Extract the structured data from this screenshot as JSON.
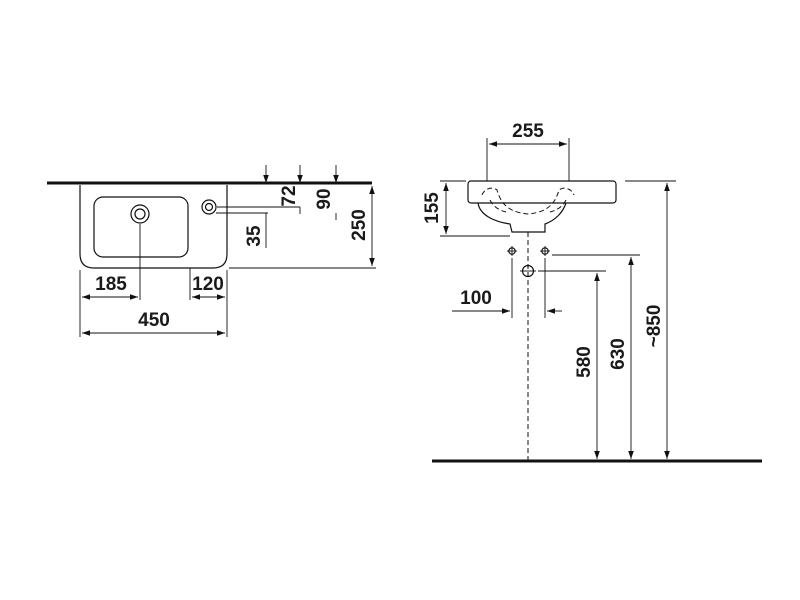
{
  "dimensions": {
    "plan": {
      "d72": "72",
      "d90": "90",
      "d35": "35",
      "d250": "250",
      "d185": "185",
      "d120": "120",
      "d450": "450"
    },
    "side": {
      "d255": "255",
      "d155": "155",
      "d100": "100",
      "d580": "580",
      "d630": "630",
      "d850": "~850"
    }
  }
}
